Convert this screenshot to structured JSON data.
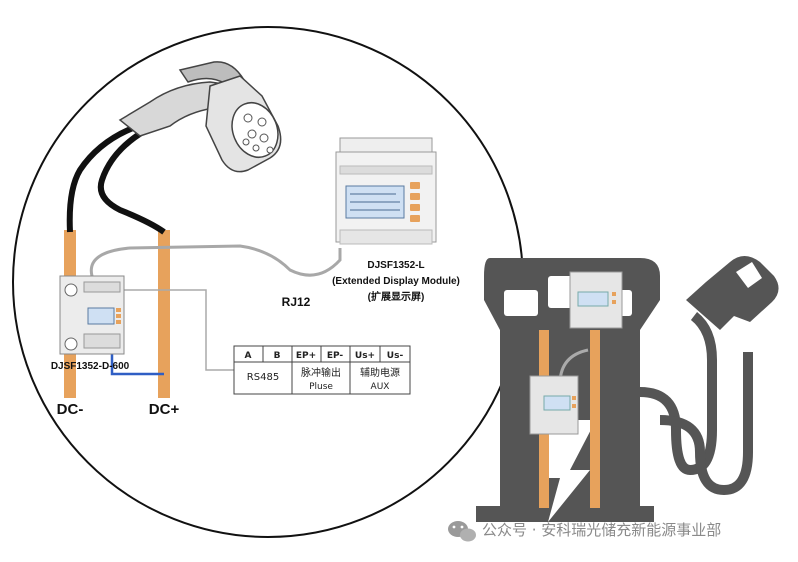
{
  "colors": {
    "copper": "#e7a25c",
    "cable_black": "#111111",
    "rs485_gray": "#a8a8a8",
    "aux_blue": "#2f5ec4",
    "charger_dark": "#555555",
    "watermark": "#8a8a8a"
  },
  "labels": {
    "display_model": "DJSF1352-L",
    "display_module": "(Extended Display Module)",
    "display_module_cn": "(扩展显示屏)",
    "rj12": "RJ12",
    "meter_model": "DJSF1352-D-600",
    "dc_minus": "DC-",
    "dc_plus": "DC+"
  },
  "terminal_table": {
    "headers": [
      "A",
      "B",
      "EP+",
      "EP-",
      "Us+",
      "Us-"
    ],
    "groups": [
      {
        "cn": "RS485",
        "en": ""
      },
      {
        "cn": "脉冲输出",
        "en": "Pluse"
      },
      {
        "cn": "辅助电源",
        "en": "AUX"
      }
    ]
  },
  "watermark": {
    "icon": "wechat-icon",
    "text": "公众号 · 安科瑞光储充新能源事业部"
  }
}
